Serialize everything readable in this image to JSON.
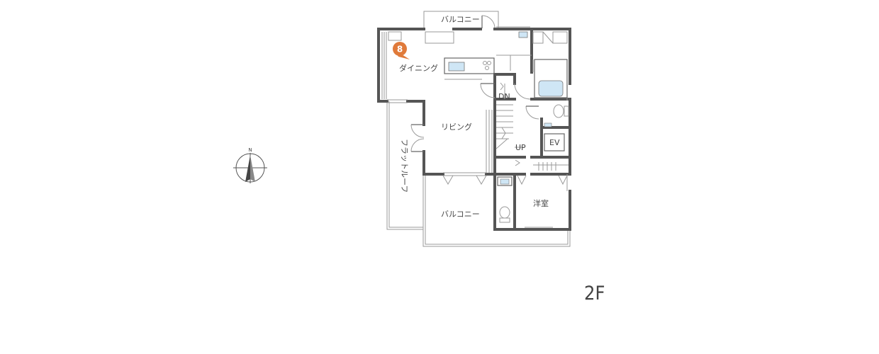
{
  "floor": {
    "label": "2F"
  },
  "rooms": {
    "balcony_top": "バルコニー",
    "dining": "ダイニング",
    "dn": "DN",
    "living": "リビング",
    "flat_roof": "フラットルーフ",
    "up": "UP",
    "ev": "EV",
    "balcony_bottom": "バルコニー",
    "western_room": "洋室"
  },
  "marker": {
    "number": "8",
    "color": "#e07a3a"
  },
  "compass": {
    "north_label": "N"
  },
  "colors": {
    "wall": "#555555",
    "fixture_fill": "#cfe6f5"
  }
}
